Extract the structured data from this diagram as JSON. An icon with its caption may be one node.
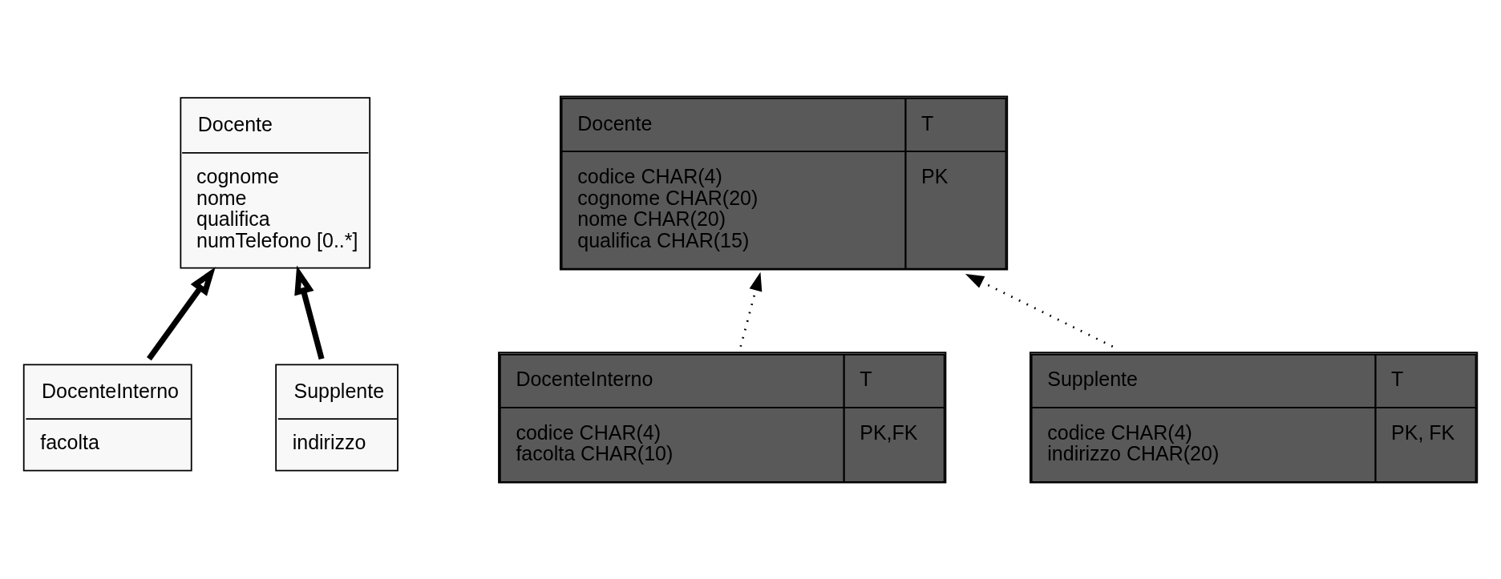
{
  "diagram": {
    "nodes": [
      {
        "text": [
          "Docente",
          "cognome",
          "nome",
          "qualifica",
          "numTelefono [0..*]"
        ]
      },
      {
        "text": [
          "DocenteInterno",
          "facolta"
        ]
      },
      {
        "text": [
          "Supplente",
          "indirizzo"
        ]
      },
      {
        "text": [
          "Docente",
          "T",
          "codice CHAR(4)",
          "PK",
          "cognome CHAR(20)",
          "nome CHAR(20)",
          "qualifica CHAR(15)"
        ]
      },
      {
        "text": [
          "DocenteInterno",
          "T",
          "codice CHAR(4)",
          "PK,FK",
          "facolta CHAR(10)"
        ]
      },
      {
        "text": [
          "Supplente",
          "T",
          "codice CHAR(4)",
          "PK, FK",
          "indirizzo CHAR(20)"
        ]
      }
    ],
    "edges": [
      {
        "from": 1,
        "to": 0,
        "arrow": "to",
        "style": "thick"
      },
      {
        "from": 2,
        "to": 0,
        "arrow": "to",
        "style": "thick"
      },
      {
        "from": 4,
        "to": 3,
        "arrow": "to",
        "style": "dashed"
      },
      {
        "from": 5,
        "to": 3,
        "arrow": "to",
        "style": "dashed"
      }
    ]
  }
}
